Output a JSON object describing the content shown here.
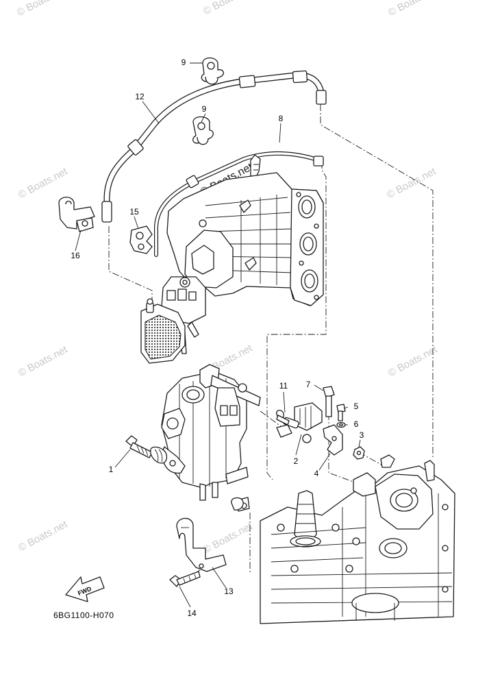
{
  "callouts": [
    {
      "id": "1",
      "label": "1"
    },
    {
      "id": "2",
      "label": "2"
    },
    {
      "id": "3",
      "label": "3"
    },
    {
      "id": "4",
      "label": "4"
    },
    {
      "id": "5",
      "label": "5"
    },
    {
      "id": "6",
      "label": "6"
    },
    {
      "id": "7",
      "label": "7"
    },
    {
      "id": "8",
      "label": "8"
    },
    {
      "id": "9a",
      "label": "9"
    },
    {
      "id": "9b",
      "label": "9"
    },
    {
      "id": "11",
      "label": "11"
    },
    {
      "id": "12",
      "label": "12"
    },
    {
      "id": "13",
      "label": "13"
    },
    {
      "id": "14",
      "label": "14"
    },
    {
      "id": "15",
      "label": "15"
    },
    {
      "id": "16",
      "label": "16"
    }
  ],
  "diagram_code": "6BG1100-H070",
  "fwd_label": "FWD",
  "watermark": "© Boats.net",
  "colors": {
    "line": "#1a1a1a",
    "watermark": "#c8c8c8",
    "background": "#ffffff"
  }
}
